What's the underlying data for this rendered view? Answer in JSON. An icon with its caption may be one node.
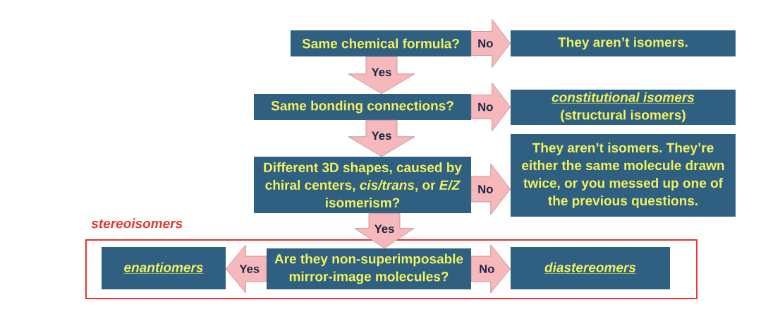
{
  "diagram": {
    "nodes": [
      {
        "text": [
          "Same chemical formula?"
        ]
      },
      {
        "text": [
          "They aren’t isomers."
        ]
      },
      {
        "text": [
          "Same bonding connections?"
        ]
      },
      {
        "text": [
          "constitutional isomers",
          "(structural isomers)"
        ]
      },
      {
        "text": [
          "Different 3D shapes, caused by chiral centers, *cis/trans*, or *E/Z* isomerism?"
        ]
      },
      {
        "text": [
          "They aren’t isomers. They’re either the same molecule drawn twice, or you messed up one of the previous questions."
        ]
      },
      {
        "text": [
          "stereoisomers"
        ]
      },
      {
        "text": [
          "enantiomers"
        ],
        "in": 6
      },
      {
        "text": [
          "Are they non-superimposable mirror-image molecules?"
        ],
        "in": 6
      },
      {
        "text": [
          "diastereomers"
        ],
        "in": 6
      }
    ],
    "edges": [
      {
        "from": 0,
        "to": 1,
        "arrow": "to",
        "label": "No"
      },
      {
        "from": 0,
        "to": 2,
        "arrow": "to",
        "label": "Yes"
      },
      {
        "from": 2,
        "to": 3,
        "arrow": "to",
        "label": "No"
      },
      {
        "from": 2,
        "to": 4,
        "arrow": "to",
        "label": "Yes"
      },
      {
        "from": 4,
        "to": 5,
        "arrow": "to",
        "label": "No"
      },
      {
        "from": 4,
        "to": 8,
        "arrow": "to",
        "label": "Yes"
      },
      {
        "from": 8,
        "to": 7,
        "arrow": "to",
        "label": "Yes"
      },
      {
        "from": 8,
        "to": 9,
        "arrow": "to",
        "label": "No"
      }
    ]
  }
}
